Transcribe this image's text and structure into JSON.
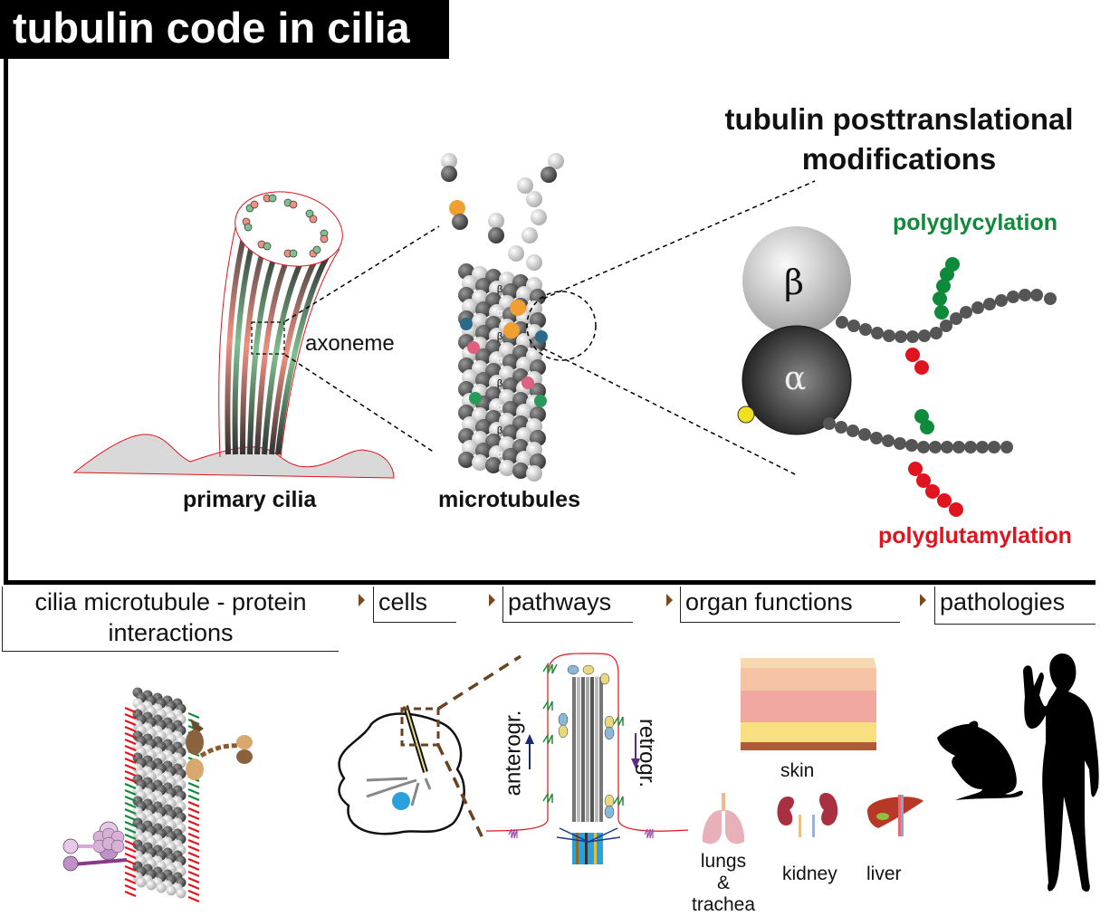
{
  "title": "tubulin code in cilia",
  "top_panel": {
    "primary_cilia_label": "primary cilia",
    "axoneme_label": "axoneme",
    "microtubules_label": "microtubules",
    "ptm_title_line1": "tubulin posttranslational",
    "ptm_title_line2": "modifications",
    "polyglycylation_label": "polyglycylation",
    "polyglutamylation_label": "polyglutamylation",
    "beta_symbol": "β",
    "alpha_symbol": "α",
    "colors": {
      "polyglycylation": "#0f8a3a",
      "polyglutamylation": "#e0141e",
      "chain": "#555555",
      "membrane": "#e0141e",
      "acetyl_marker": "#f0e020"
    }
  },
  "steps": [
    {
      "label_line1": "cilia microtubule - protein",
      "label_line2": "interactions"
    },
    {
      "label": "cells"
    },
    {
      "label": "pathways"
    },
    {
      "label": "organ functions"
    },
    {
      "label": "pathologies"
    }
  ],
  "bottom_panel": {
    "anterograde_label": "anterogr.",
    "retrograde_label": "retrogr.",
    "organs": [
      {
        "label": "skin"
      },
      {
        "label_line1": "lungs &",
        "label_line2": "trachea"
      },
      {
        "label": "kidney"
      },
      {
        "label": "liver"
      }
    ],
    "colors": {
      "arrow": "#7a4a1e",
      "anterograde_arrow": "#1a2a6a",
      "retrograde_arrow": "#5a2a8a",
      "nucleus": "#2aa0dc"
    }
  }
}
